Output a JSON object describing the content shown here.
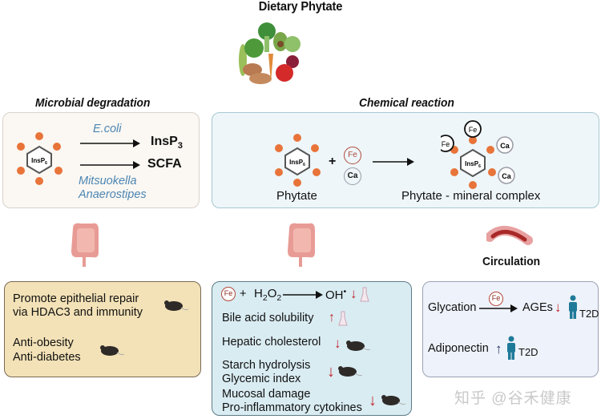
{
  "title": "Dietary Phytate",
  "sections": {
    "microbial": {
      "title": "Microbial degradation",
      "molecule": "InsP6",
      "bacteria_top": "E.coli",
      "product_1": "InsP",
      "product_1_sub": "3",
      "product_2": "SCFA",
      "bacteria_bottom_1": "Mitsuokella",
      "bacteria_bottom_2": "Anaerostipes"
    },
    "chemical": {
      "title": "Chemical reaction",
      "reactant_label": "Phytate",
      "plus": "+",
      "mineral_1": "Fe",
      "mineral_2": "Ca",
      "product_label": "Phytate - mineral complex",
      "molecule": "InsP6"
    },
    "circulation": {
      "title": "Circulation"
    }
  },
  "effects": {
    "microbial": [
      {
        "line1": "Promote epithelial repair",
        "line2": "via HDAC3 and immunity"
      },
      {
        "line1": "Anti-obesity",
        "line2": "Anti-diabetes"
      }
    ],
    "chemical": {
      "reaction": {
        "fe": "Fe",
        "plus": "+",
        "h2o2": "H",
        "h2o2_sub": "2",
        "o2": "O",
        "o2_sub": "2",
        "product": "OH",
        "product_sup": "•",
        "direction": "down"
      },
      "items": [
        {
          "lines": [
            "Bile acid solubility"
          ],
          "direction": "up"
        },
        {
          "lines": [
            "Hepatic cholesterol"
          ],
          "direction": "down"
        },
        {
          "lines": [
            "Starch hydrolysis",
            "Glycemic index"
          ],
          "direction": "down"
        },
        {
          "lines": [
            "Mucosal damage",
            "Pro-inflammatory cytokines"
          ],
          "direction": "down"
        }
      ]
    },
    "circulation": [
      {
        "from": "Glycation",
        "catalyst": "Fe",
        "to": "AGEs",
        "direction": "down",
        "condition": "T2D"
      },
      {
        "from": "Adiponectin",
        "direction": "up",
        "condition": "T2D"
      }
    ]
  },
  "arrows": {
    "up": "↑",
    "down": "↓"
  },
  "colors": {
    "phosphate": "#e8743a",
    "fe_ring": "#b04a3c",
    "ca_ring": "#9a9aa6",
    "down_arrow": "#c0272d",
    "up_arrow_navy": "#27306b",
    "bacteria_text": "#4b86b4",
    "person": "#1f7a99"
  },
  "watermark": "知乎 @谷禾健康"
}
